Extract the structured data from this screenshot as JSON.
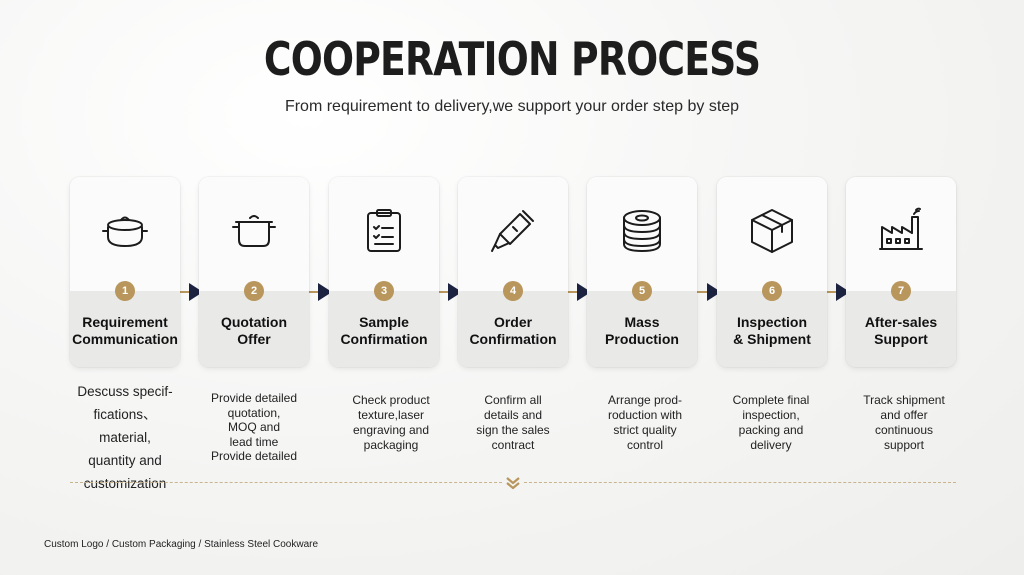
{
  "header": {
    "title": "COOPERATION PROCESS",
    "subtitle": "From requirement to delivery,we support your order step by step"
  },
  "accent_color": "#b8965c",
  "arrow_color": "#1c2340",
  "steps": [
    {
      "number": "1",
      "title": "Requirement\nCommunication",
      "icon": "cooking-pot-icon",
      "desc": [
        "Descuss specif-",
        "fications、material,",
        "quantity and",
        "customization"
      ]
    },
    {
      "number": "2",
      "title": "Quotation\nOffer",
      "icon": "stock-pot-icon",
      "desc": [
        "Provide detailed",
        "quotation,",
        "MOQ and",
        "lead time",
        "Provide detailed"
      ]
    },
    {
      "number": "3",
      "title": "Sample\nConfirmation",
      "icon": "clipboard-checklist-icon",
      "desc": [
        "Check product",
        "texture,laser",
        "engraving and",
        "packaging"
      ]
    },
    {
      "number": "4",
      "title": "Order\nConfirmation",
      "icon": "pen-signing-icon",
      "desc": [
        "Confirm all",
        "details and",
        "sign the sales",
        "contract"
      ]
    },
    {
      "number": "5",
      "title": "Mass\nProduction",
      "icon": "stacked-rolls-icon",
      "desc": [
        "Arrange prod-",
        "roduction with",
        "strict quality",
        "control"
      ]
    },
    {
      "number": "6",
      "title": "Inspection\n& Shipment",
      "icon": "package-box-icon",
      "desc": [
        "Complete final",
        "inspection,",
        "packing and",
        "delivery"
      ]
    },
    {
      "number": "7",
      "title": "After-sales\nSupport",
      "icon": "factory-icon",
      "desc": [
        "Track shipment",
        "and offer",
        "continuous",
        "support"
      ]
    }
  ],
  "footer": {
    "text": "Custom Logo / Custom Packaging / Stainless Steel Cookware"
  }
}
